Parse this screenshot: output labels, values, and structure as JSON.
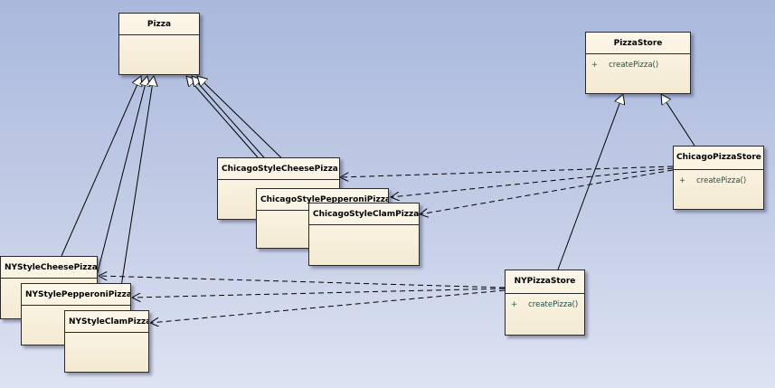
{
  "classes": {
    "pizza": {
      "name": "Pizza"
    },
    "pizza_store": {
      "name": "PizzaStore",
      "operation": "createPizza()",
      "visibility": "+"
    },
    "chicago_store": {
      "name": "ChicagoPizzaStore",
      "operation": "createPizza()",
      "visibility": "+"
    },
    "ny_store": {
      "name": "NYPizzaStore",
      "operation": "createPizza()",
      "visibility": "+"
    },
    "chicago_cheese": {
      "name": "ChicagoStyleCheesePizza"
    },
    "chicago_pepperoni": {
      "name": "ChicagoStylePepperoniPizza"
    },
    "chicago_clam": {
      "name": "ChicagoStyleClamPizza"
    },
    "ny_cheese": {
      "name": "NYStyleCheesePizza"
    },
    "ny_pepperoni": {
      "name": "NYStylePepperoniPizza"
    },
    "ny_clam": {
      "name": "NYStyleClamPizza"
    }
  },
  "relations": [
    {
      "type": "generalization",
      "from": "ChicagoPizzaStore",
      "to": "PizzaStore"
    },
    {
      "type": "generalization",
      "from": "NYPizzaStore",
      "to": "PizzaStore"
    },
    {
      "type": "generalization",
      "from": "ChicagoStyleCheesePizza",
      "to": "Pizza"
    },
    {
      "type": "generalization",
      "from": "ChicagoStylePepperoniPizza",
      "to": "Pizza"
    },
    {
      "type": "generalization",
      "from": "ChicagoStyleClamPizza",
      "to": "Pizza"
    },
    {
      "type": "generalization",
      "from": "NYStyleCheesePizza",
      "to": "Pizza"
    },
    {
      "type": "generalization",
      "from": "NYStylePepperoniPizza",
      "to": "Pizza"
    },
    {
      "type": "generalization",
      "from": "NYStyleClamPizza",
      "to": "Pizza"
    },
    {
      "type": "dependency",
      "from": "ChicagoPizzaStore",
      "to": "ChicagoStyleCheesePizza"
    },
    {
      "type": "dependency",
      "from": "ChicagoPizzaStore",
      "to": "ChicagoStylePepperoniPizza"
    },
    {
      "type": "dependency",
      "from": "ChicagoPizzaStore",
      "to": "ChicagoStyleClamPizza"
    },
    {
      "type": "dependency",
      "from": "NYPizzaStore",
      "to": "NYStyleCheesePizza"
    },
    {
      "type": "dependency",
      "from": "NYPizzaStore",
      "to": "NYStylePepperoniPizza"
    },
    {
      "type": "dependency",
      "from": "NYPizzaStore",
      "to": "NYStyleClamPizza"
    }
  ],
  "colors": {
    "line": "#000000",
    "class_fill": "#f7eedb",
    "background": "#b8c4e2"
  }
}
